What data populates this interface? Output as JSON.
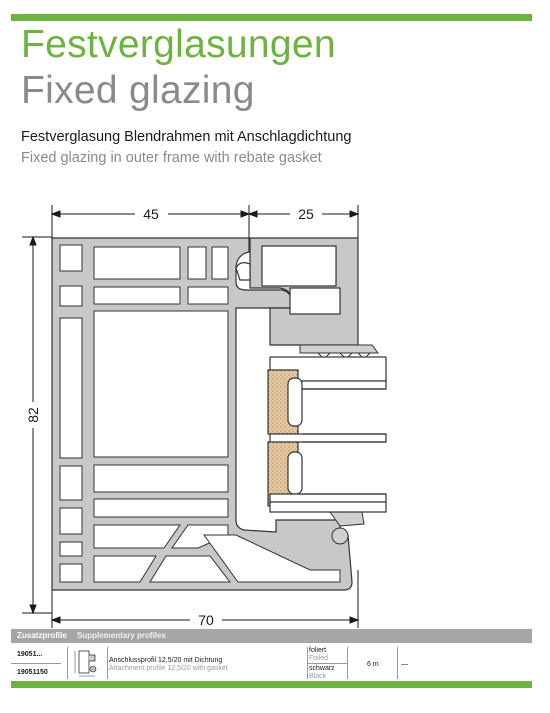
{
  "header": {
    "title_de": "Festverglasungen",
    "title_en": "Fixed glazing",
    "subtitle_de": "Festverglasung Blendrahmen mit Anschlagdichtung",
    "subtitle_en": "Fixed glazing in outer frame with rebate gasket"
  },
  "drawing": {
    "dim_top_left": "45",
    "dim_top_right": "25",
    "dim_height": "82",
    "dim_bottom": "70"
  },
  "table": {
    "header_de": "Zusatzprofile",
    "header_en": "Supplementary profiles",
    "rows": [
      {
        "code_1": "19051...",
        "code_2": "19051150",
        "desc_de": "Anschlussprofil 12,5/20 mit Dichtung",
        "desc_en": "Attachment profile 12,5/20 with gasket",
        "finish_1_de": "foliert",
        "finish_1_en": "Foiled",
        "finish_2_de": "schwarz",
        "finish_2_en": "Black",
        "length": "6 m",
        "extra": "—"
      }
    ]
  },
  "colors": {
    "accent_green": "#6db33f",
    "title_grey": "#8a8a8a",
    "table_header_grey": "#a6a6a6",
    "glass_hatch": "#d9b891"
  }
}
